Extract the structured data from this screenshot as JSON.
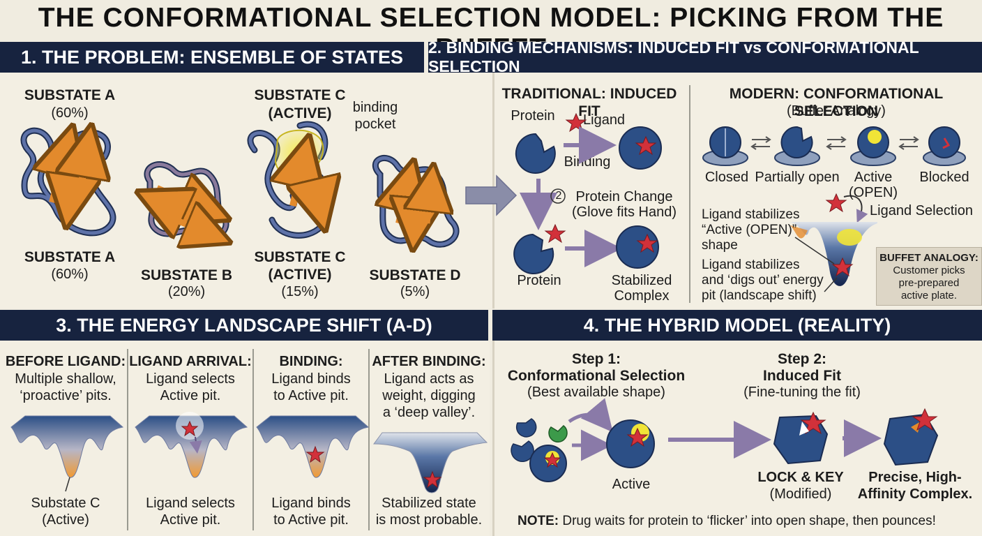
{
  "title": "THE CONFORMATIONAL SELECTION MODEL: PICKING FROM THE BUFFET",
  "sections": {
    "s1": "1. THE PROBLEM: ENSEMBLE OF STATES",
    "s2": "2. BINDING MECHANISMS: INDUCED FIT vs CONFORMATIONAL SELECTION",
    "s3": "3. THE ENERGY LANDSCAPE SHIFT (A-D)",
    "s4": "4. THE HYBRID MODEL (REALITY)"
  },
  "panel1": {
    "top_a_name": "SUBSTATE A",
    "top_a_pct": "(60%)",
    "top_c_name": "SUBSTATE C",
    "top_c_sub": "(ACTIVE)",
    "pocket_label_1": "binding",
    "pocket_label_2": "pocket",
    "a_name": "SUBSTATE A",
    "a_pct": "(60%)",
    "b_name": "SUBSTATE B",
    "b_pct": "(20%)",
    "c_name": "SUBSTATE C",
    "c_sub": "(ACTIVE)",
    "c_pct": "(15%)",
    "d_name": "SUBSTATE D",
    "d_pct": "(5%)"
  },
  "panel2": {
    "induced_title": "TRADITIONAL: INDUCED FIT",
    "protein_top": "Protein",
    "ligand": "Ligand",
    "binding": "Binding",
    "step_num": "2",
    "protein_change_1": "Protein Change",
    "protein_change_2": "(Glove fits Hand)",
    "protein_bottom": "Protein",
    "stabilized_1": "Stabilized",
    "stabilized_2": "Complex",
    "modern_title": "MODERN: CONFORMATIONAL SELECTION",
    "modern_sub": "(Buffet Analogy)",
    "states": [
      "Closed",
      "Partially open",
      "Active",
      "Blocked"
    ],
    "active_open": "(OPEN)",
    "ligand_selection": "Ligand Selection",
    "stab_note_1": "Ligand stabilizes",
    "stab_note_2": "“Active (OPEN)”",
    "stab_note_3": "shape",
    "dig_note_1": "Ligand stabilizes",
    "dig_note_2": "and ‘digs out’ energy",
    "dig_note_3": "pit (landscape shift)",
    "buffet_title": "BUFFET ANALOGY:",
    "buffet_1": "Customer picks",
    "buffet_2": "pre-prepared",
    "buffet_3": "active plate."
  },
  "panel3": {
    "cols": [
      {
        "head": "BEFORE LIGAND:",
        "l1": "Multiple shallow,",
        "l2": "‘proactive’ pits.",
        "f1": "Substate C",
        "f2": "(Active)"
      },
      {
        "head": "LIGAND ARRIVAL:",
        "l1": "Ligand selects",
        "l2": "Active pit.",
        "f1": "Ligand selects",
        "f2": "Active pit."
      },
      {
        "head": "BINDING:",
        "l1": "Ligand binds",
        "l2": "to Active pit.",
        "f1": "Ligand binds",
        "f2": "to Active pit."
      },
      {
        "head": "AFTER BINDING:",
        "l1": "Ligand acts as",
        "l2": "weight, digging",
        "l3": "a ‘deep valley’.",
        "f1": "Stabilized state",
        "f2": "is most probable."
      }
    ]
  },
  "panel4": {
    "step1": "Step 1:",
    "step1_title": "Conformational Selection",
    "step1_sub": "(Best available shape)",
    "step2": "Step 2:",
    "step2_title": "Induced Fit",
    "step2_sub": "(Fine-tuning the fit)",
    "active": "Active",
    "lock_key": "LOCK & KEY",
    "modified": "(Modified)",
    "precise_1": "Precise, High-",
    "precise_2": "Affinity Complex.",
    "note_label": "NOTE:",
    "note_text": " Drug waits for protein to ‘flicker’ into open shape, then pounces!"
  },
  "colors": {
    "navy": "#17233f",
    "protein_blue": "#2c4f86",
    "strand_orange": "#e38a2c",
    "pocket_yellow": "#f1e437",
    "ligand_red": "#d2313a",
    "arrow_purple": "#8a7aa8"
  }
}
